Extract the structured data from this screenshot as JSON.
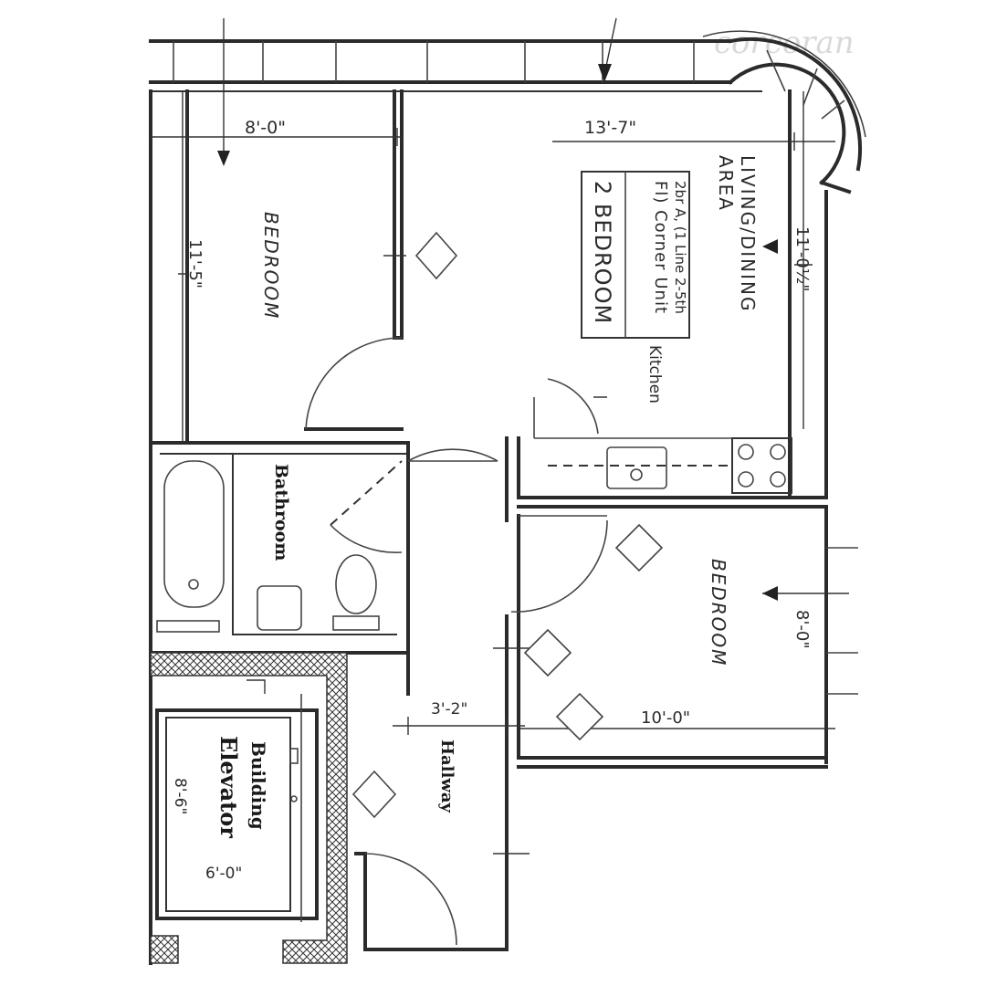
{
  "watermark": "corcoran",
  "rooms": {
    "bedroom_top": "BEDROOM",
    "bedroom_right": "BEDROOM",
    "living_line1": "LIVING/DINING",
    "living_line2": "AREA",
    "kitchen": "Kitchen",
    "bathroom": "Bathroom",
    "hallway": "Hallway",
    "elevator_line1": "Building",
    "elevator_line2": "Elevator"
  },
  "unit_box": {
    "line1": "2br A, (1 Line 2-5th",
    "line2": "Fl) Corner Unit",
    "line3": "2 BEDROOM"
  },
  "dimensions": {
    "bedroom_top_width": "8'-0\"",
    "bedroom_top_depth": "11'-5\"",
    "living_width": "13'-7\"",
    "living_depth": "11'-0½\"",
    "bedroom_right_depth": "8'-0\"",
    "bedroom_right_width": "10'-0\"",
    "hallway_width": "3'-2\"",
    "elevator_depth": "8'-6\"",
    "elevator_width": "6'-0\""
  }
}
